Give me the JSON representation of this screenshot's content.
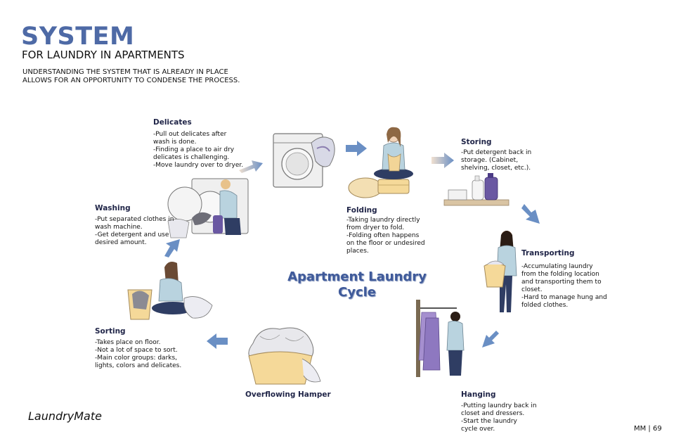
{
  "header": {
    "title": "SYSTEM",
    "subtitle": "FOR LAUNDRY IN APARTMENTS",
    "intro": [
      "UNDERSTANDING THE SYSTEM THAT IS ALREADY IN PLACE",
      "ALLOWS FOR AN OPPORTUNITY TO CONDENSE THE PROCESS."
    ]
  },
  "center": {
    "line1": "Apartment Laundry",
    "line2": "Cycle"
  },
  "steps": {
    "delicates": {
      "title": "Delicates",
      "lines": [
        "-Pull out delicates after",
        "wash is done.",
        "-Finding a place to air dry",
        "delicates is challenging.",
        "-Move laundry over to dryer."
      ]
    },
    "folding": {
      "title": "Folding",
      "lines": [
        "-Taking laundry directly",
        "from dryer to fold.",
        "-Folding often happens",
        "on the floor or undesired",
        "places."
      ]
    },
    "storing": {
      "title": "Storing",
      "lines": [
        "-Put detergent back in",
        "storage. (Cabinet,",
        "shelving, closet, etc.)."
      ]
    },
    "transporting": {
      "title": "Transporting",
      "lines": [
        "-Accumulating laundry",
        "from the folding location",
        "and transporting them to",
        "closet.",
        "-Hard to manage hung and",
        "folded clothes."
      ]
    },
    "hanging": {
      "title": "Hanging",
      "lines": [
        "-Putting laundry back in",
        "closet and dressers.",
        "-Start the laundry",
        "cycle over."
      ]
    },
    "overflowing": {
      "title": "Overflowing Hamper"
    },
    "sorting": {
      "title": "Sorting",
      "lines": [
        "-Takes place on floor.",
        "-Not a lot of space to sort.",
        "-Main color groups: darks,",
        "lights, colors and delicates."
      ]
    },
    "washing": {
      "title": "Washing",
      "lines": [
        "-Put separated clothes in",
        "wash machine.",
        "-Get detergent and use",
        " desired amount."
      ]
    }
  },
  "footer": {
    "brand": "LaundryMate",
    "page": "MM | 69"
  },
  "colors": {
    "title_blue": "#4e6aa6",
    "arrow_blue": "#6a8fc4",
    "step_title": "#1f2447"
  }
}
